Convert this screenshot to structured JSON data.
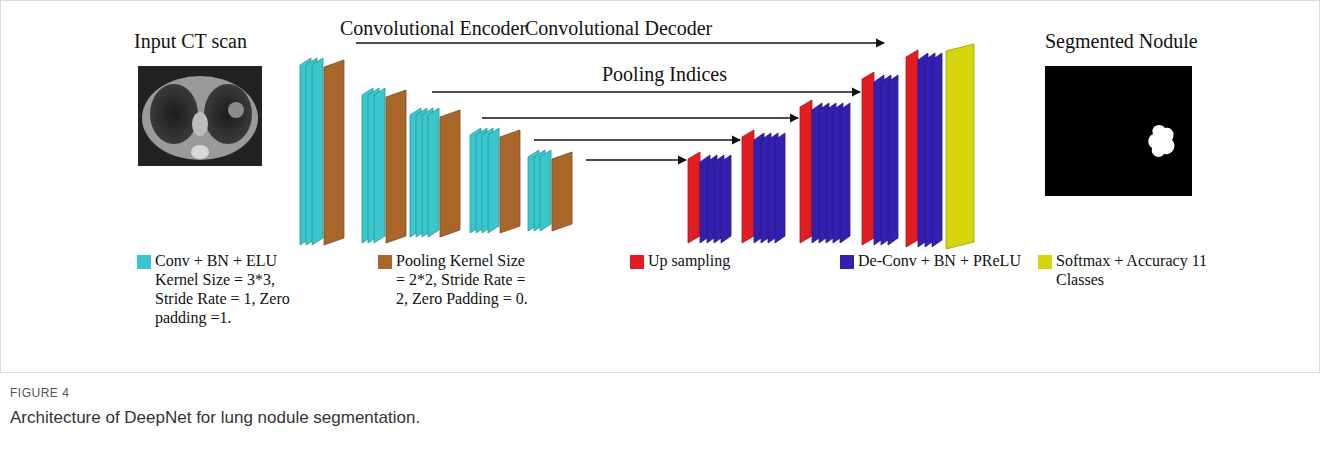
{
  "diagram": {
    "caption": "Architecture of DeepNet for lung nodule segmentation.",
    "nodes": [
      {
        "text": [
          "Input CT scan"
        ]
      },
      {
        "text": [
          "Segmented Nodule"
        ]
      }
    ],
    "labels": [
      "Convolutional Encoder",
      "Convolutional Decoder",
      "Pooling Indices",
      "FIGURE 4"
    ],
    "legend": [
      {
        "text": "Conv + BN + ELU Kernel Size = 3*3, Stride Rate = 1, Zero padding =1.",
        "color": "#39c6cc"
      },
      {
        "text": "Pooling Kernel Size = 2*2, Stride Rate = 2, Zero Padding = 0.",
        "color": "#a8662b"
      },
      {
        "text": "Up sampling",
        "color": "#e31b23"
      },
      {
        "text": "De-Conv + BN + PReLU",
        "color": "#3420ae"
      },
      {
        "text": "Softmax + Accuracy 11 Classes",
        "color": "#d5d50b"
      }
    ]
  }
}
